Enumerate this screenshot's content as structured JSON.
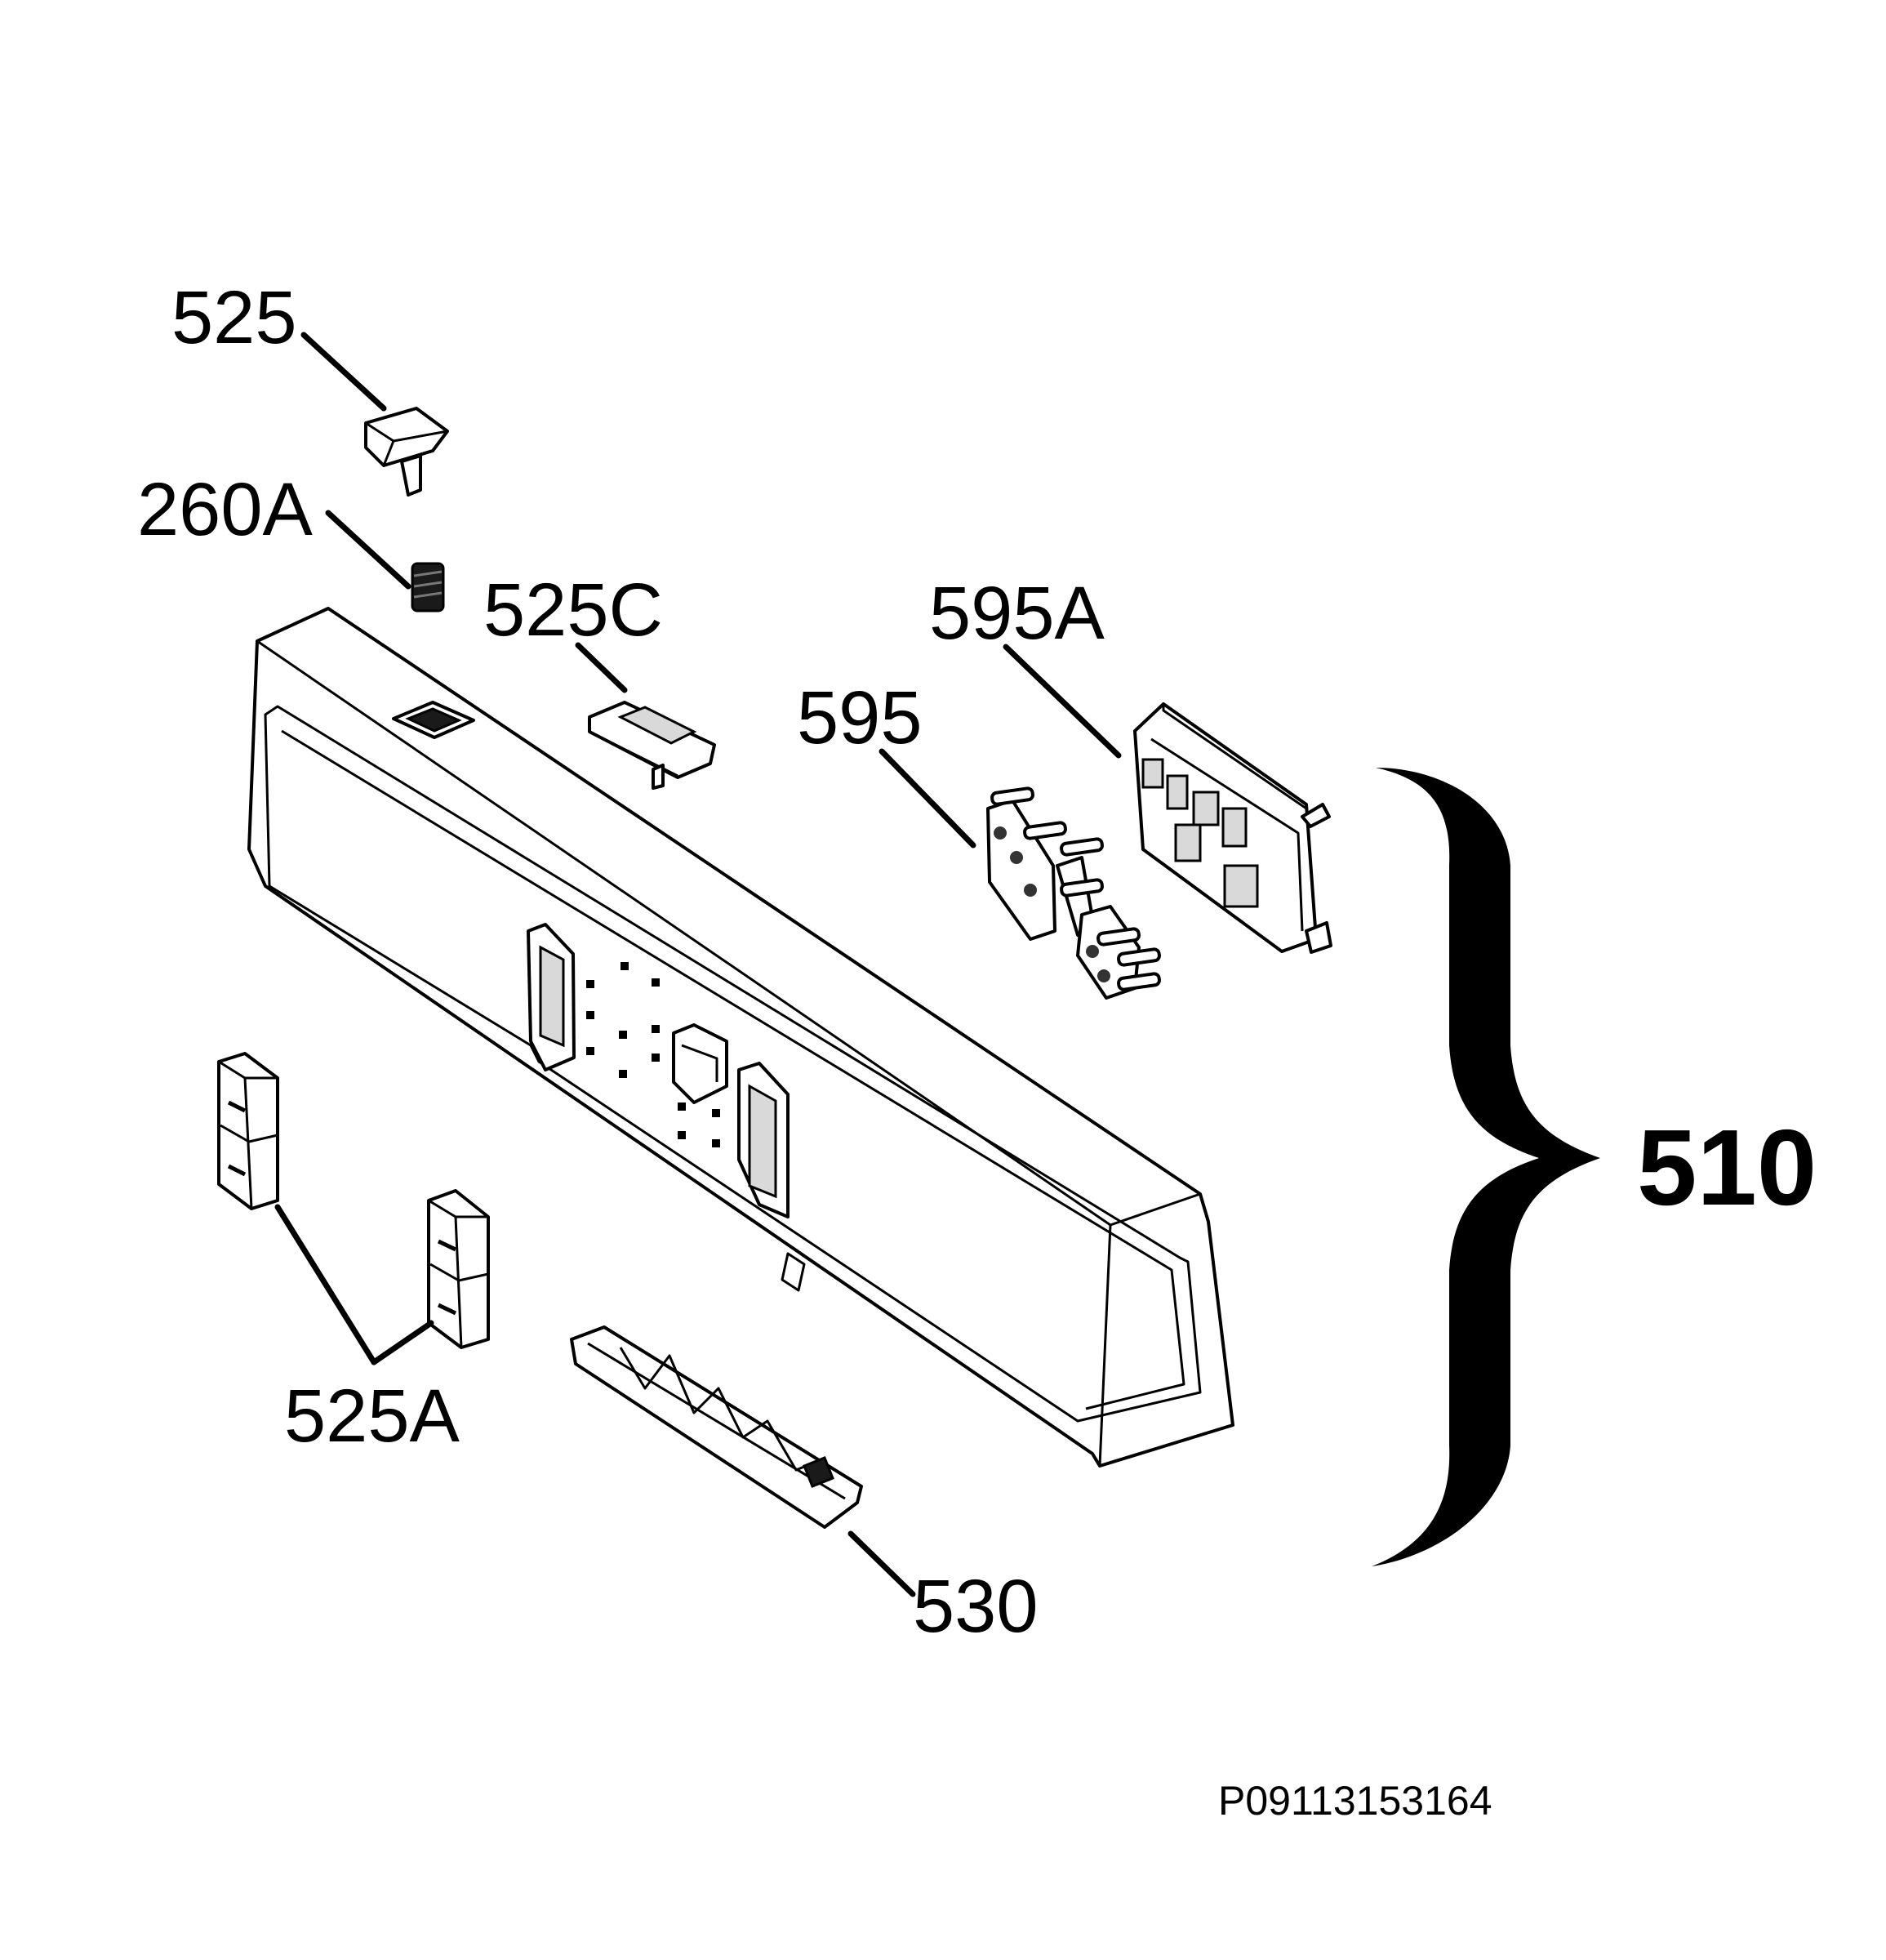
{
  "diagram": {
    "callouts": {
      "c525": "525",
      "c260A": "260A",
      "c525C": "525C",
      "c595A": "595A",
      "c595": "595",
      "c510": "510",
      "c525A": "525A",
      "c530": "530"
    },
    "drawing_code": "P09113153164"
  }
}
